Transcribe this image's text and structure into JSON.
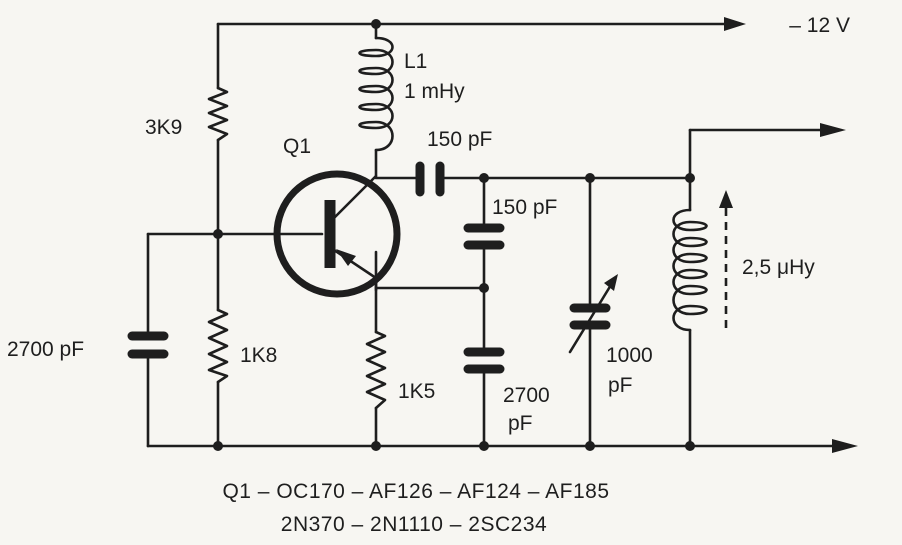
{
  "supply": {
    "voltage": "– 12 V"
  },
  "components": {
    "r_top": {
      "value": "3K9"
    },
    "r_mid": {
      "value": "1K8"
    },
    "r_emitter": {
      "value": "1K5"
    },
    "c_input": {
      "value": "2700 pF"
    },
    "c_coupling": {
      "value": "150 pF"
    },
    "c_divider_top": {
      "value": "150 pF"
    },
    "c_divider_bottom": {
      "value_line1": "2700",
      "value_line2": "pF"
    },
    "c_variable": {
      "value_line1": "1000",
      "value_line2": "pF"
    },
    "l1": {
      "name": "L1",
      "value": "1 mHy"
    },
    "l_tank": {
      "value": "2,5 μHy"
    },
    "q1": {
      "name": "Q1"
    }
  },
  "caption": {
    "line1": "Q1 – OC170 – AF126 – AF124 – AF185",
    "line2": "2N370 – 2N1110 – 2SC234"
  }
}
